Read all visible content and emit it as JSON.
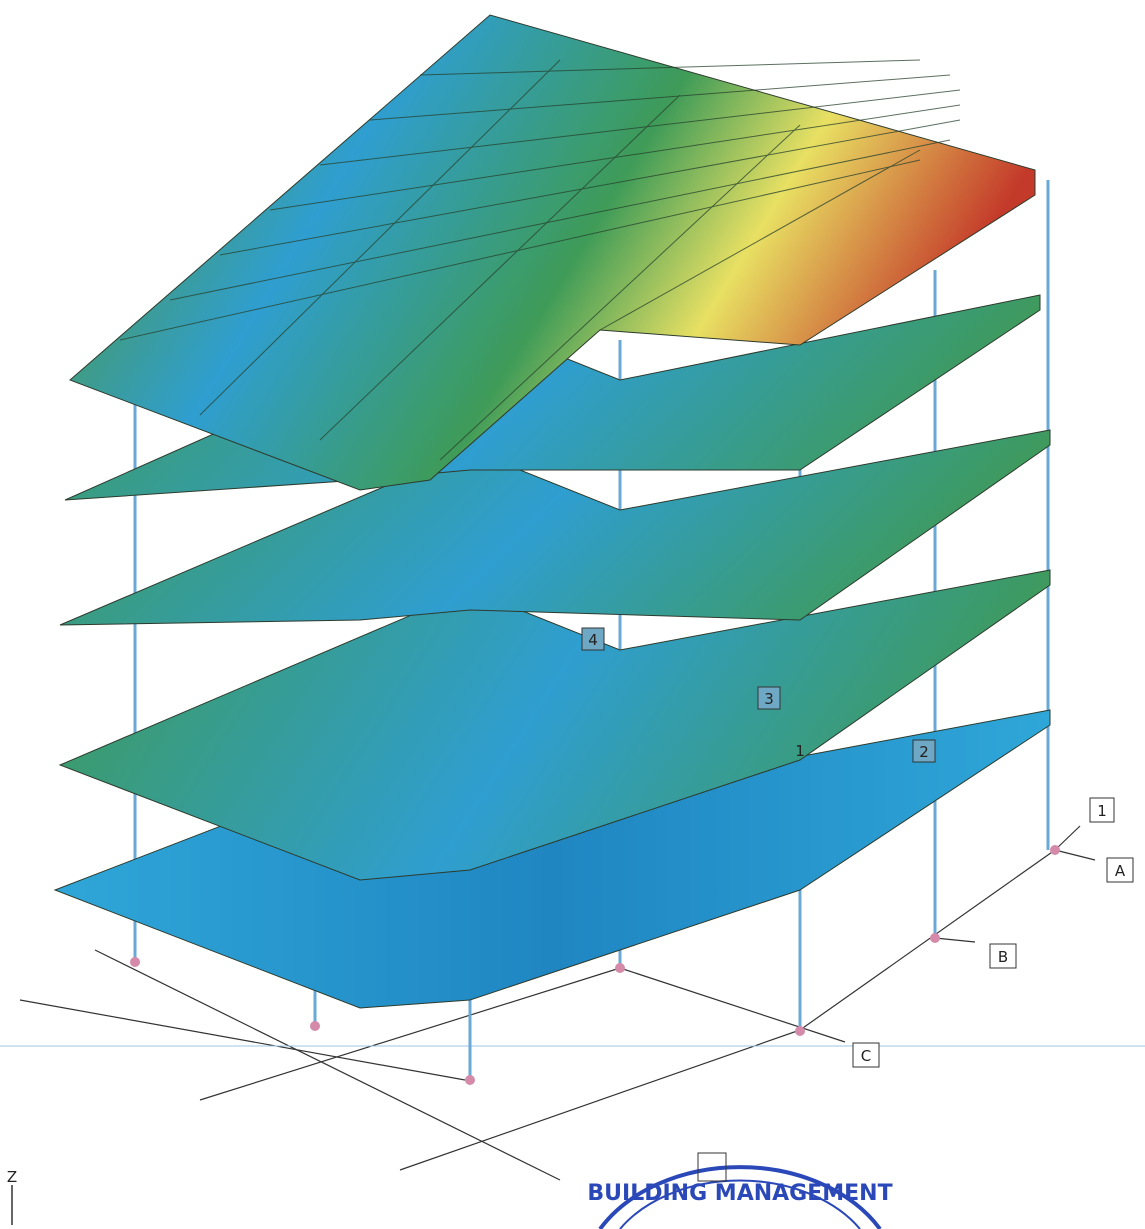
{
  "grid_labels": {
    "axis_1": "1",
    "axis_A": "A",
    "axis_B": "B",
    "axis_C": "C"
  },
  "level_labels": {
    "level_1": "1",
    "level_2": "2",
    "level_3": "3",
    "level_4": "4"
  },
  "axis_indicator": {
    "z": "Z"
  },
  "stamp": {
    "text": "BUILDING MANAGEMENT"
  },
  "colors": {
    "slab_low": "#2fa6d8",
    "slab_mid": "#3f9a55",
    "slab_high": "#e7e25a",
    "slab_peak": "#c43a2a",
    "gridline": "#3a3a3a",
    "column": "#6aa9d6",
    "support": "#d48aa8",
    "stamp": "#2a48b8"
  }
}
